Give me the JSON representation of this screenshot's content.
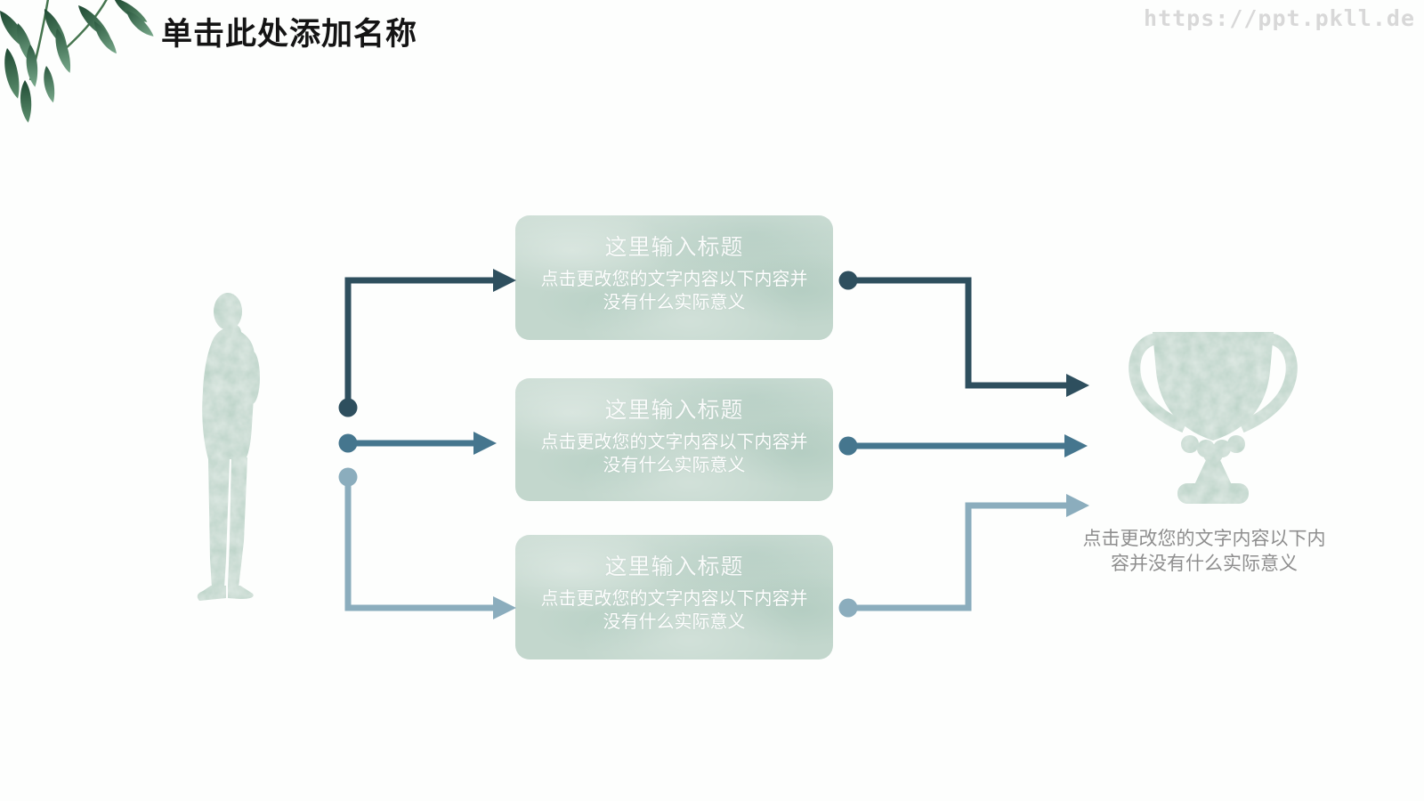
{
  "slide": {
    "title": "单击此处添加名称",
    "watermark": "https://ppt.pkll.de"
  },
  "diagram": {
    "source_icon": "standing-man-silhouette",
    "target_icon": "trophy-cup",
    "steps": [
      {
        "title": "这里输入标题",
        "body": "点击更改您的文字内容以下内容并没有什么实际意义"
      },
      {
        "title": "这里输入标题",
        "body": "点击更改您的文字内容以下内容并没有什么实际意义"
      },
      {
        "title": "这里输入标题",
        "body": "点击更改您的文字内容以下内容并没有什么实际意义"
      }
    ],
    "result_caption": "点击更改您的文字内容以下内容并没有什么实际意义"
  },
  "colors": {
    "connector_dark": "#2e4f5e",
    "connector_mid": "#45768e",
    "connector_light": "#8badbd",
    "box_fill": "#c3d7cd",
    "silhouette_fill": "#b9d2c6",
    "leaf_green": "#336144",
    "title_color": "#141414",
    "watermark_color": "#d8d8d8",
    "caption_color": "#8e8e8e"
  }
}
